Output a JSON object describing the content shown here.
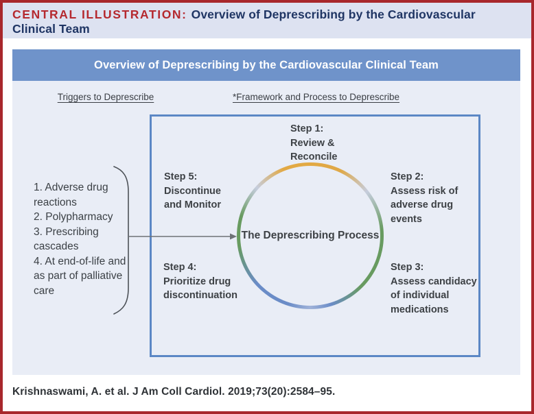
{
  "colors": {
    "outer_border": "#a8272c",
    "header_bg": "#dde2f1",
    "header_label_red": "#b5292f",
    "header_title_navy": "#1f3564",
    "panel_bg": "#e9edf6",
    "panel_title_bar": "#6f93ca",
    "framework_box_border": "#5b87c5",
    "body_text": "#3d4145",
    "arrow_gray": "#6e7277",
    "ring_gold": "#e2a944",
    "ring_pale_blue": "#c6cddd",
    "ring_green": "#689b60",
    "ring_blue": "#6a8cc7"
  },
  "header": {
    "label": "CENTRAL ILLUSTRATION:",
    "title": "Overview of Deprescribing by the Cardiovascular Clinical Team"
  },
  "panel": {
    "title": "Overview of Deprescribing by the Cardiovascular Clinical Team",
    "triggers_heading": "Triggers to Deprescribe",
    "framework_heading": "*Framework and Process to Deprescribe",
    "triggers": [
      "1. Adverse drug reactions",
      "2. Polypharmacy",
      "3. Prescribing cascades",
      "4. At end-of-life and as part of palliative care"
    ],
    "process": {
      "center_label": "The Deprescribing Process",
      "steps": [
        {
          "label": "Step 1:\nReview &\nReconcile"
        },
        {
          "label": "Step 2:\nAssess risk of\nadverse drug\nevents"
        },
        {
          "label": "Step 3:\nAssess candidacy\nof individual\nmedications"
        },
        {
          "label": "Step 4:\nPrioritize drug\ndiscontinuation"
        },
        {
          "label": "Step 5:\nDiscontinue\nand Monitor"
        }
      ]
    }
  },
  "citation": "Krishnaswami, A. et al. J Am Coll Cardiol. 2019;73(20):2584–95."
}
